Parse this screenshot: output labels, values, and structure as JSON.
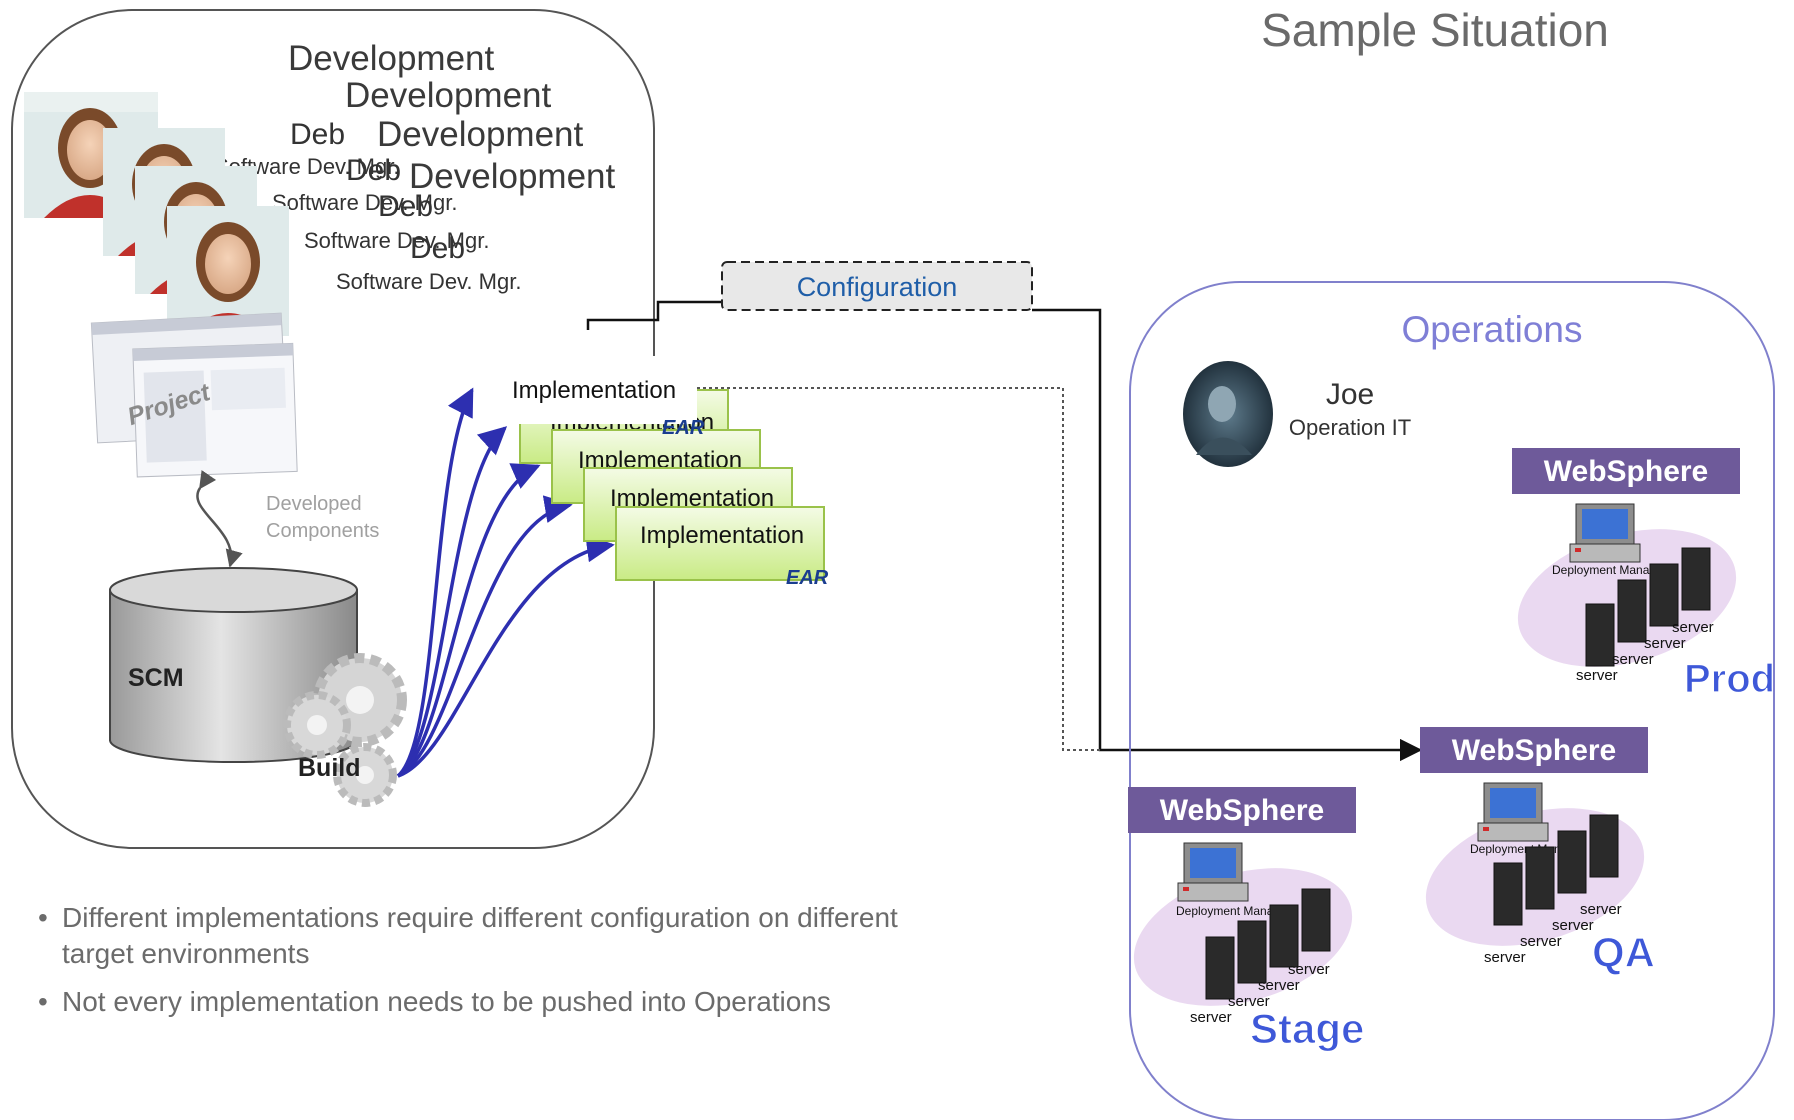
{
  "title": "Sample Situation",
  "development": {
    "heading": "Development",
    "person_name": "Deb",
    "person_role": "Software Dev. Mgr.",
    "project_label": "Project",
    "developed_components": [
      "Developed",
      "Components"
    ],
    "scm_label": "SCM",
    "build_label": "Build"
  },
  "implementation": {
    "label": "Implementation",
    "badge": "EAR"
  },
  "configuration_label": "Configuration",
  "operations": {
    "heading": "Operations",
    "person_name": "Joe",
    "person_role": "Operation IT"
  },
  "environments": [
    {
      "name": "Prod",
      "brand": "WebSphere",
      "manager_label": "Deployment Manager",
      "server_label": "server"
    },
    {
      "name": "QA",
      "brand": "WebSphere",
      "manager_label": "Deployment Manager",
      "server_label": "server"
    },
    {
      "name": "Stage",
      "brand": "WebSphere",
      "manager_label": "Deployment Manager",
      "server_label": "server"
    }
  ],
  "bullets": [
    [
      "Different implementations require different configuration on different",
      "target environments"
    ],
    [
      "Not every implementation needs to be pushed into Operations"
    ]
  ],
  "colors": {
    "arrow_blue": "#2d2fb0",
    "websphere_purple": "#6e5a9a",
    "config_blue": "#1f5ea8",
    "operations_border": "#8080cc",
    "impl_green": "#d7f0a0"
  }
}
